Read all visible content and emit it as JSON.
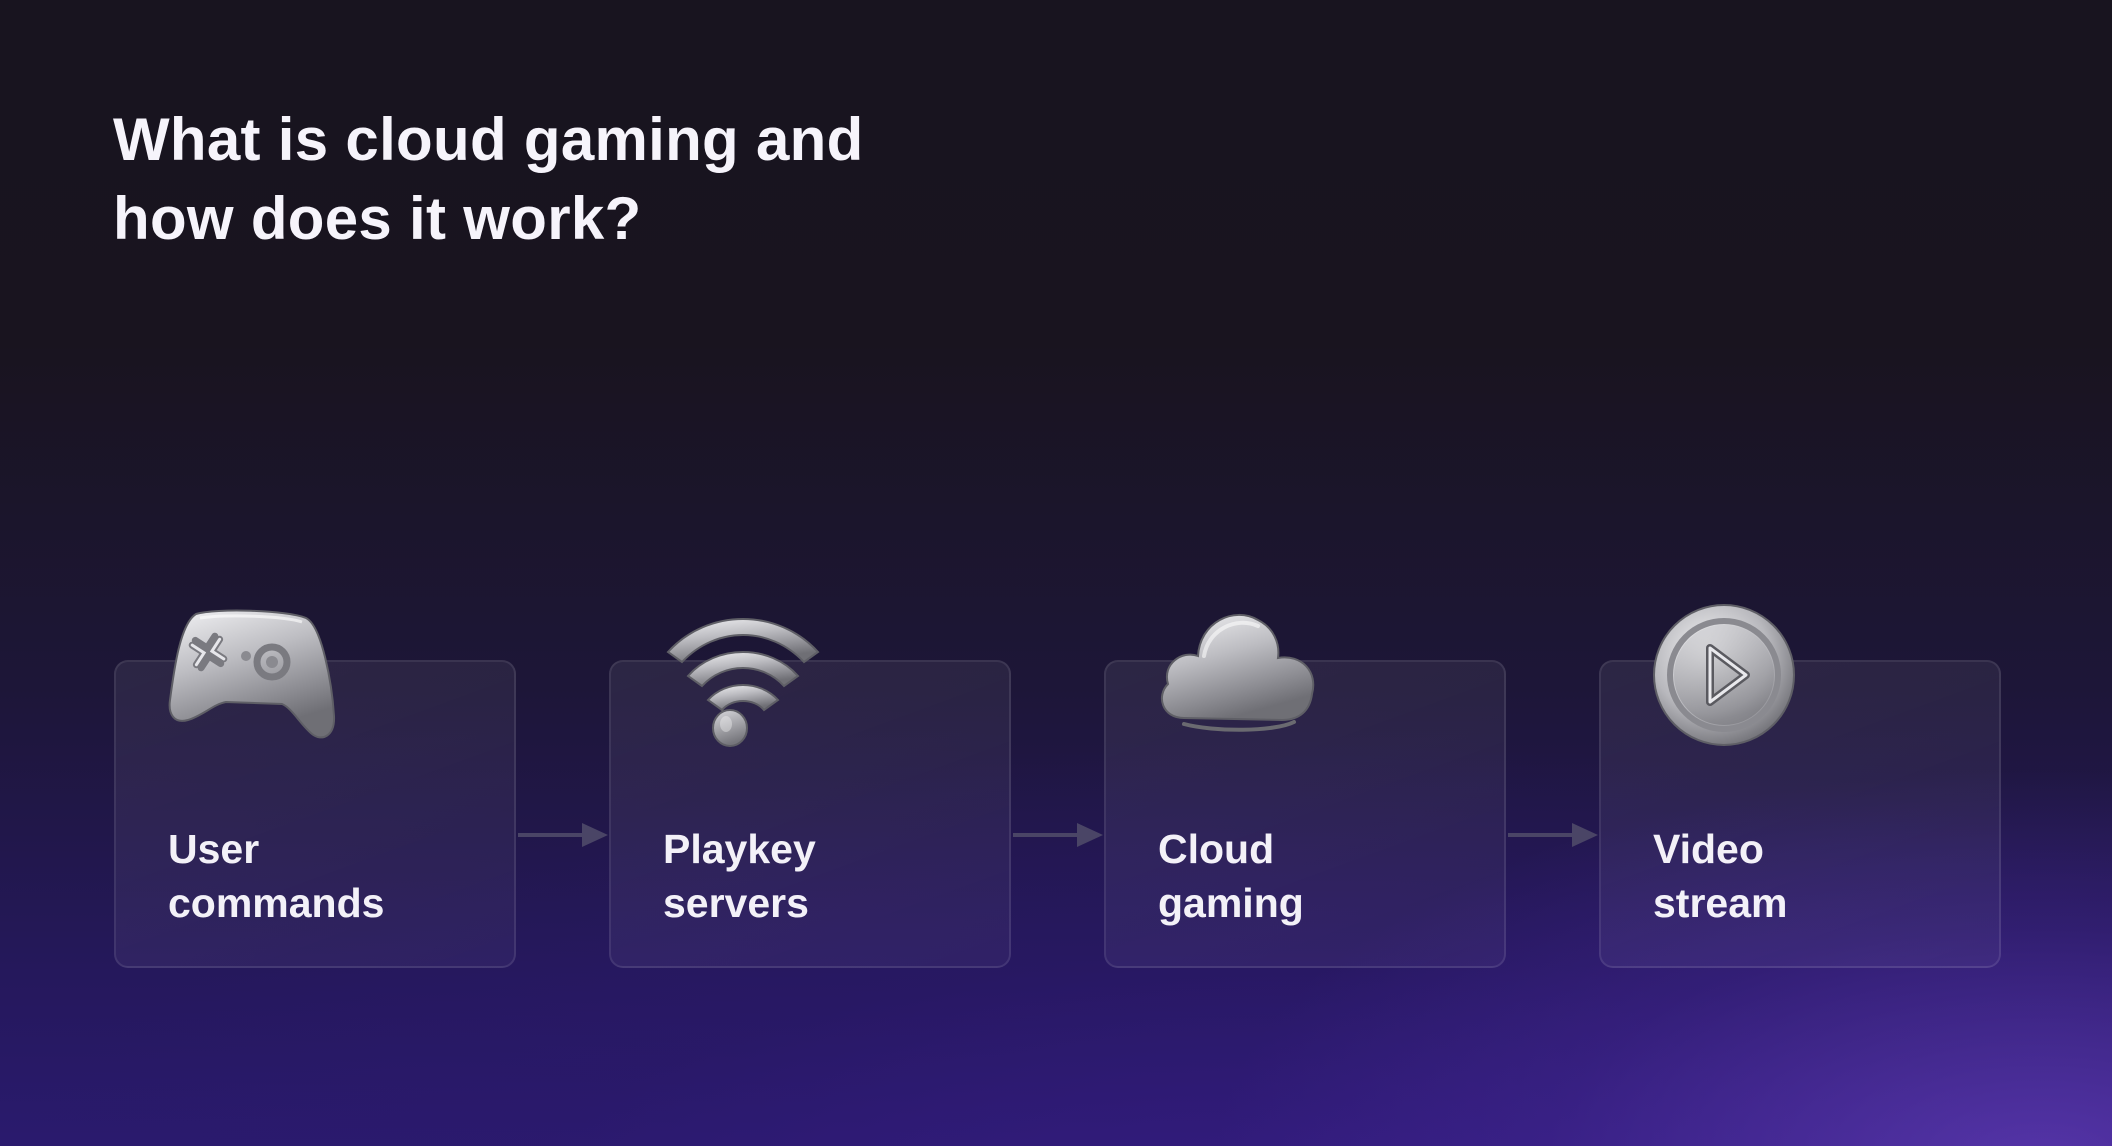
{
  "title": {
    "line1": "What is cloud gaming and",
    "line2": "how does it work?"
  },
  "steps": [
    {
      "icon": "gamepad-icon",
      "label_line1": "User",
      "label_line2": "commands"
    },
    {
      "icon": "wifi-icon",
      "label_line1": "Playkey",
      "label_line2": "servers"
    },
    {
      "icon": "cloud-icon",
      "label_line1": "Cloud",
      "label_line2": "gaming"
    },
    {
      "icon": "play-icon",
      "label_line1": "Video",
      "label_line2": "stream"
    }
  ],
  "colors": {
    "background_top": "#18141f",
    "background_bottom": "#2a1a6e",
    "accent_glow": "#764ad6",
    "text": "#f4f2fa",
    "arrow": "#4a4566",
    "icon_metal": "#c8c8cc"
  }
}
